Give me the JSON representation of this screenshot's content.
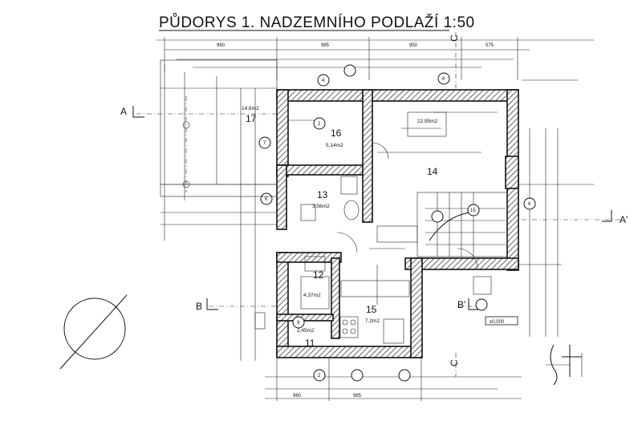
{
  "title": "PŮDORYS  1. NADZEMNÍHO  PODLAŽÍ  1:50",
  "top_dims": [
    "960",
    "985",
    "950",
    "575"
  ],
  "bottom_dims": [
    "960",
    "985"
  ],
  "rooms": [
    {
      "number": "17",
      "area": "14,6m2"
    },
    {
      "number": "16",
      "area": "5,14m2"
    },
    {
      "number": "14",
      "area": "22,95m2"
    },
    {
      "number": "13",
      "area": "3,56m2"
    },
    {
      "number": "12",
      "area": "4,37m2"
    },
    {
      "number": "15",
      "area": "7,2m2"
    },
    {
      "number": "11",
      "area": "2,45m2"
    }
  ],
  "section_marks": {
    "a": "A",
    "a_prime": "A'",
    "b": "B",
    "b_prime": "B'",
    "c_top": "C",
    "c_bottom": "C"
  },
  "axis_labels": [
    "4",
    "2",
    "9",
    "7",
    "6",
    "15",
    "6",
    "2",
    "6"
  ],
  "level": "±0,000"
}
